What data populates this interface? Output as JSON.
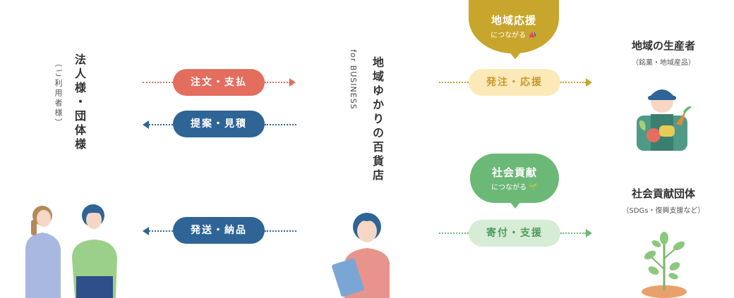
{
  "corporate": {
    "title": "法人様・団体様",
    "subtitle": "（ご利用者様）"
  },
  "store": {
    "title": "地域ゆかりの百貨店",
    "subtitle": "for BUSINESS"
  },
  "flows": {
    "order": "注文・支払",
    "proposal": "提案・見積",
    "shipping": "発送・納品",
    "hasso": "発注・応援",
    "kifu": "寄付・支援"
  },
  "badges": {
    "regional": {
      "title": "地域応援",
      "sub": "につながる"
    },
    "social": {
      "title": "社会貢献",
      "sub": "につながる"
    }
  },
  "producers": {
    "title": "地域の生産者",
    "sub": "（銘菓・地域産品）"
  },
  "social_groups": {
    "title": "社会貢献団体",
    "sub": "（SDGs・復興支援など）"
  },
  "colors": {
    "order": "#e46e5e",
    "navy": "#2e6496",
    "gold": "#c8a52c",
    "green": "#6cb876",
    "cream": "#fbe9b8",
    "mint": "#d6ecd5"
  }
}
